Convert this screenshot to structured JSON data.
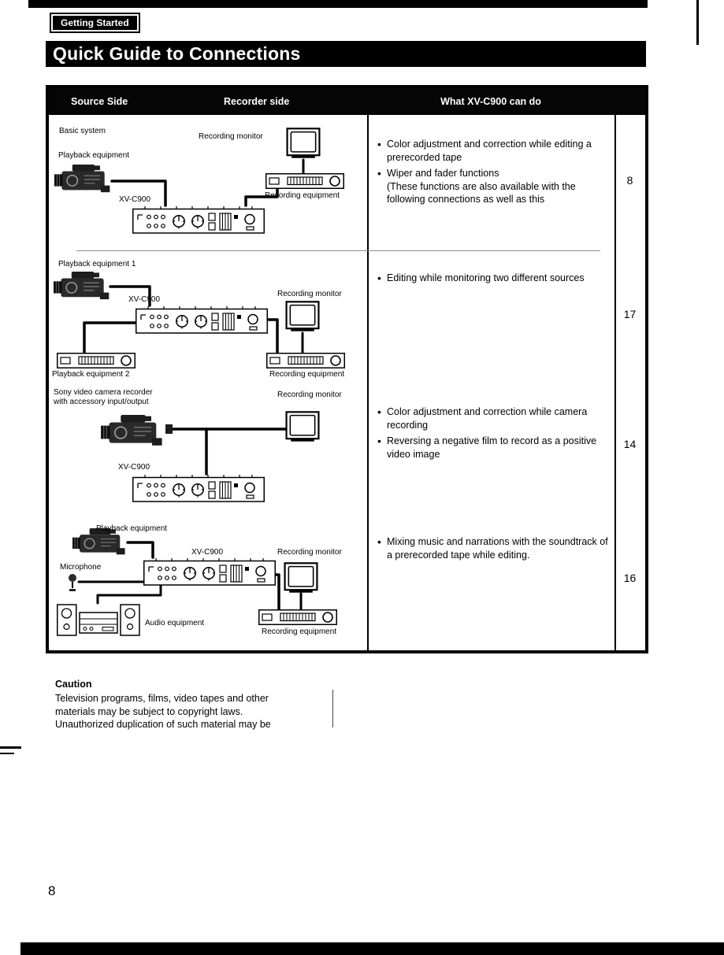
{
  "page": {
    "badge": "Getting Started",
    "title": "Quick Guide to Connections",
    "page_number": "8"
  },
  "table": {
    "headers": [
      "Source Side",
      "Recorder side",
      "What XV-C900 can do"
    ],
    "rows": [
      {
        "labels": {
          "system": "Basic system",
          "playback": "Playback equipment",
          "monitor": "Recording monitor",
          "recorder": "Recording equipment",
          "unit": "XV-C900"
        },
        "features": [
          "Color adjustment and correction while editing a prerecorded tape",
          "Wiper and fader functions\n(These functions are also available with the following connections as well as this"
        ],
        "page_ref": "8"
      },
      {
        "labels": {
          "playback1": "Playback equipment 1",
          "unit": "XV-C900",
          "monitor": "Recording monitor",
          "playback2": "Playback equipment 2",
          "recorder": "Recording equipment"
        },
        "features": [
          "Editing while monitoring two different sources"
        ],
        "page_ref": "17"
      },
      {
        "labels": {
          "camera": "Sony video camera recorder\nwith accessory input/output",
          "monitor": "Recording monitor",
          "unit": "XV-C900"
        },
        "features": [
          "Color adjustment and correction while camera recording",
          "Reversing a negative film to record as a positive video image"
        ],
        "page_ref": "14"
      },
      {
        "labels": {
          "playback": "Playback equipment",
          "unit": "XV-C900",
          "monitor": "Recording monitor",
          "microphone": "Microphone",
          "audio": "Audio equipment",
          "recorder": "Recording equipment"
        },
        "features": [
          "Mixing music and narrations with the soundtrack of a prerecorded tape while editing."
        ],
        "page_ref": "16"
      }
    ]
  },
  "caution": {
    "title": "Caution",
    "body": "Television programs, films, video tapes and other\nmaterials may be subject to copyright laws.\nUnauthorized duplication of such material may be"
  }
}
